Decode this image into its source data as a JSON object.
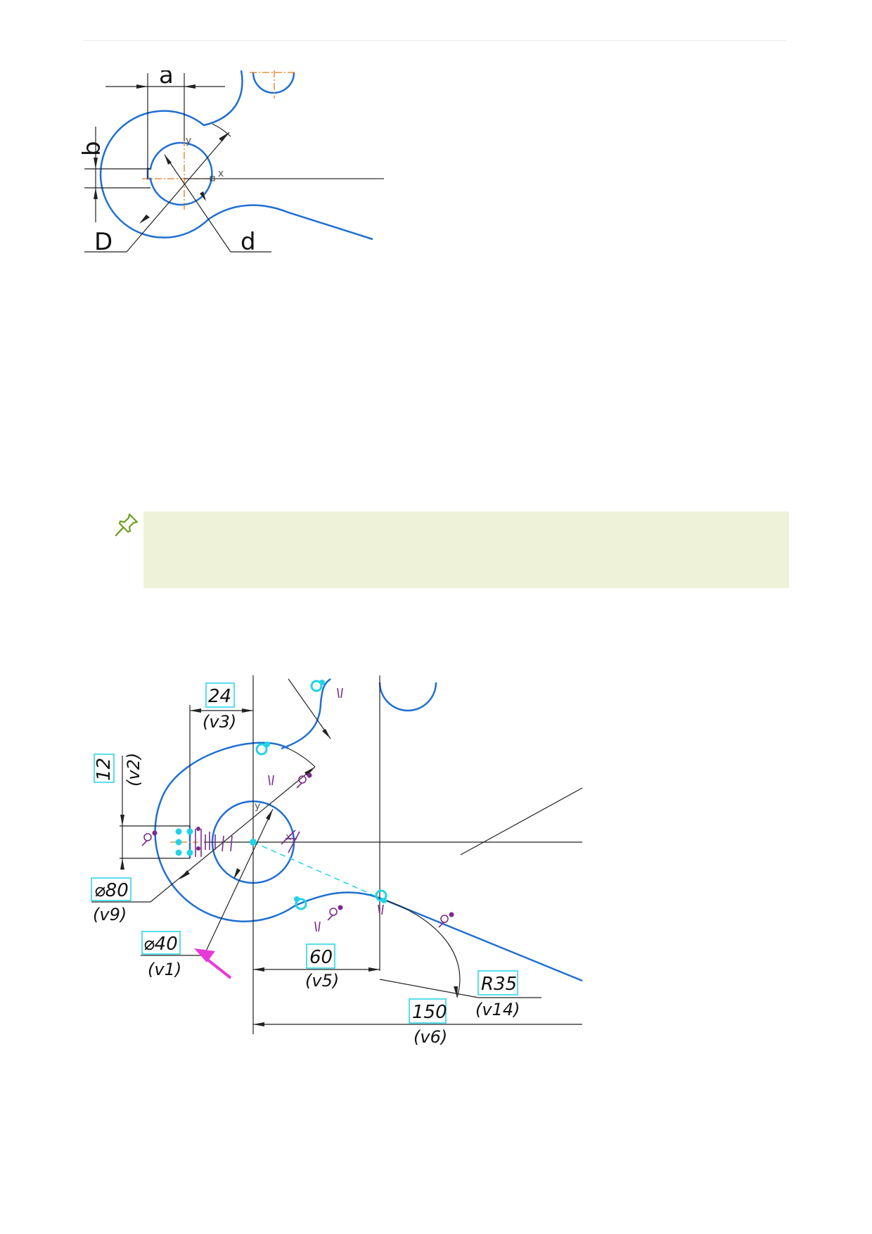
{
  "figure1": {
    "labels": {
      "a": "a",
      "b": "b",
      "D": "D",
      "d": "d"
    },
    "axes": {
      "x": "x",
      "y": "y"
    }
  },
  "note": {
    "icon": "pushpin-icon",
    "text": ""
  },
  "figure2": {
    "axes": {
      "x": "x",
      "y": "y"
    },
    "dimensions": [
      {
        "id": "dim-24",
        "value": "24",
        "variable": "(v3)"
      },
      {
        "id": "dim-12",
        "value": "12",
        "variable": "(v2)"
      },
      {
        "id": "dim-d80",
        "value": "⌀80",
        "variable": "(v9)"
      },
      {
        "id": "dim-d40",
        "value": "⌀40",
        "variable": "(v1)"
      },
      {
        "id": "dim-60",
        "value": "60",
        "variable": "(v5)"
      },
      {
        "id": "dim-150",
        "value": "150",
        "variable": "(v6)"
      },
      {
        "id": "dim-r35",
        "value": "R35",
        "variable": "(v14)"
      }
    ]
  },
  "colors": {
    "geometry": "#1f6fd1",
    "centerline": "#e07a1c",
    "dimension": "#111111",
    "constraint": "#7b2a8a",
    "point": "#22d3e6",
    "arrow": "#e83ad8",
    "note_background": "#eef2d9"
  }
}
